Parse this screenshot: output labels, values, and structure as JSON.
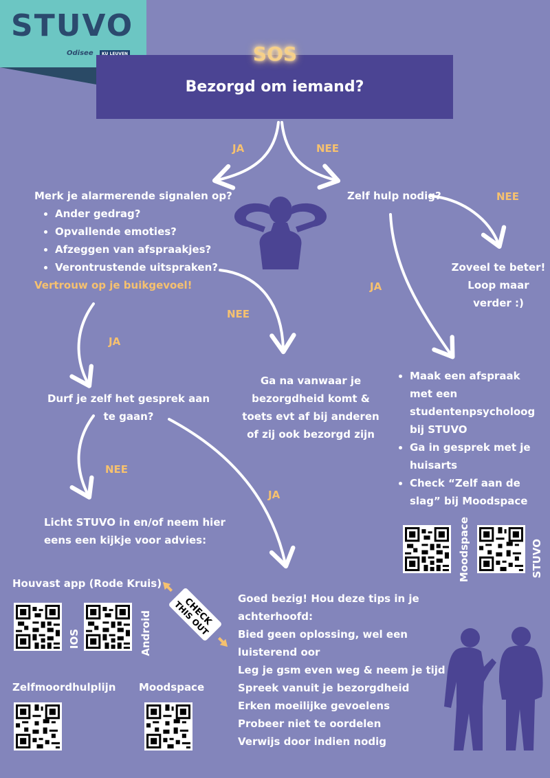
{
  "logo": {
    "name": "STUVO",
    "odisee": "Odisee",
    "ku": "KU LEUVEN"
  },
  "header": {
    "sos": "SOS",
    "question": "Bezorgd om iemand?"
  },
  "labels": {
    "ja": "JA",
    "nee": "NEE"
  },
  "left": {
    "question": "Merk je alarmerende signalen op?",
    "signals": [
      "Ander gedrag?",
      "Opvallende emoties?",
      "Afzeggen van afspraakjes?",
      "Verontrustende uitspraken?"
    ],
    "gut": "Vertrouw op je buikgevoel!"
  },
  "nee_middle": "Ga na vanwaar je bezorgdheid komt & toets evt af bij anderen of zij ook bezorgd zijn",
  "dare": "Durf je zelf het gesprek aan te gaan?",
  "contact": "Licht STUVO in en/of neem hier eens een kijkje voor advies:",
  "apps": {
    "houvast": "Houvast app (Rode Kruis)",
    "ios": "IOS",
    "android": "Android",
    "zelfmoord": "Zelfmoordhulplijn",
    "moodspace": "Moodspace"
  },
  "sticker": {
    "line1": "CHECK",
    "line2": "THIS OUT"
  },
  "tips": {
    "intro": "Goed bezig! Hou deze tips in je achterhoofd:",
    "items": [
      "Bied geen oplossing, wel een luisterend oor",
      "Leg je gsm even weg & neem je tijd",
      "Spreek vanuit je bezorgdheid",
      "Erken moeilijke gevoelens",
      "Probeer niet te oordelen",
      "Verwijs door indien nodig"
    ]
  },
  "right": {
    "question": "Zelf hulp nodig?",
    "nee_answer": "Zoveel te beter! Loop maar verder :)",
    "steps": [
      "Maak een afspraak met een studentenpsycholoog bij STUVO",
      "Ga in gesprek met je huisarts",
      "Check “Zelf aan de slag” bij Moodspace"
    ],
    "qr_labels": [
      "Moodspace",
      "STUVO"
    ]
  }
}
